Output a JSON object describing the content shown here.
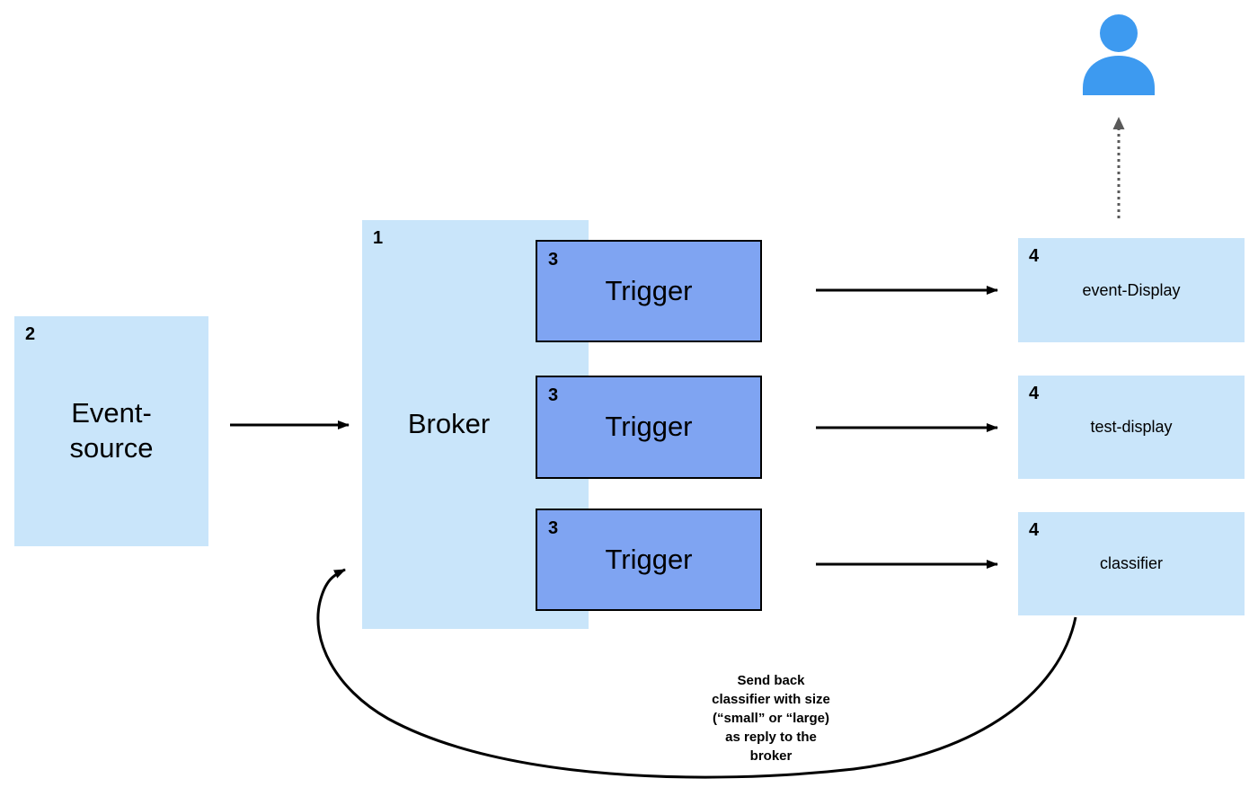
{
  "diagram": {
    "nodes": {
      "event_source": {
        "badge": "2",
        "label": "Event-\nsource"
      },
      "broker": {
        "badge": "1",
        "label": "Broker"
      },
      "triggers": [
        {
          "badge": "3",
          "label": "Trigger"
        },
        {
          "badge": "3",
          "label": "Trigger"
        },
        {
          "badge": "3",
          "label": "Trigger"
        }
      ],
      "services": [
        {
          "badge": "4",
          "label": "event-Display"
        },
        {
          "badge": "4",
          "label": "test-display"
        },
        {
          "badge": "4",
          "label": "classifier"
        }
      ]
    },
    "annotation": "Send back\nclassifier with size\n(“small” or “large)\nas reply to the\nbroker",
    "icons": {
      "user": "user-icon"
    },
    "colors": {
      "light_box_fill": "#C9E5FA",
      "trigger_box_fill": "#7FA4F2",
      "trigger_box_border": "#000000",
      "user_icon_blue": "#3D9AF0",
      "arrow_black": "#000000",
      "dashed_arrow_gray": "#5A5A5A"
    }
  }
}
